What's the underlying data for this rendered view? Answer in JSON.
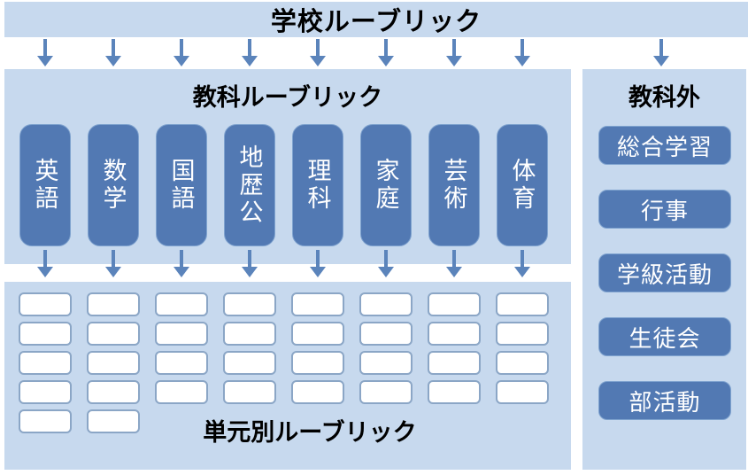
{
  "banner": {
    "title": "学校ルーブリック"
  },
  "subject_panel": {
    "title": "教科ルーブリック",
    "subjects": [
      "英語",
      "数学",
      "国語",
      "地歴公",
      "理科",
      "家庭",
      "芸術",
      "体育"
    ]
  },
  "unit_panel": {
    "title": "単元別ルーブリック",
    "grid": {
      "columns": 8,
      "rows_per_column": [
        5,
        5,
        4,
        4,
        4,
        4,
        4,
        4
      ]
    }
  },
  "extracurricular_panel": {
    "title": "教科外",
    "items": [
      "総合学習",
      "行事",
      "学級活動",
      "生徒会",
      "部活動"
    ]
  },
  "colors": {
    "panel_bg": "#c7d9ee",
    "box_fill": "#5279b3",
    "box_border": "#7fa3cf",
    "box_text": "#ffffff",
    "arrow": "#5b84bb",
    "white_box_border": "#8ba6c6",
    "title_text": "#000000"
  }
}
